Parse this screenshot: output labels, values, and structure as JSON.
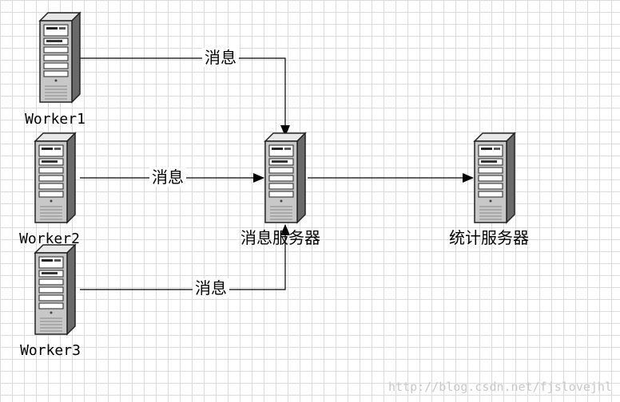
{
  "nodes": {
    "worker1": {
      "label": "Worker1"
    },
    "worker2": {
      "label": "Worker2"
    },
    "worker3": {
      "label": "Worker3"
    },
    "message_server": {
      "label": "消息服务器"
    },
    "stats_server": {
      "label": "统计服务器"
    }
  },
  "edges": {
    "w1_to_ms": {
      "label": "消息"
    },
    "w2_to_ms": {
      "label": "消息"
    },
    "w3_to_ms": {
      "label": "消息"
    }
  },
  "watermark": "http://blog.csdn.net/fjslovejhl"
}
